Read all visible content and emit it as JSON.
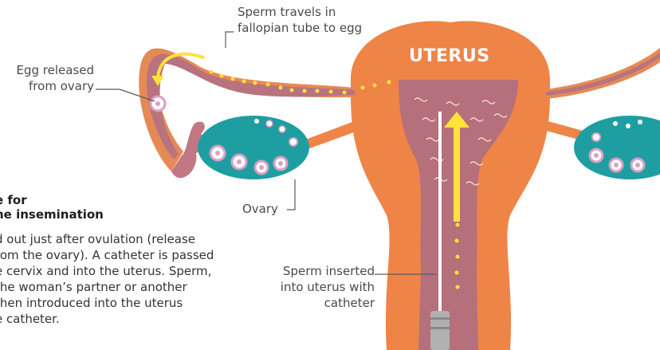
{
  "diagram": {
    "title": "UTERUS",
    "labels": {
      "sperm_travels": "Sperm travels in\nfallopian tube to egg",
      "egg_released": "Egg released\nfrom ovary",
      "ovary": "Ovary",
      "sperm_inserted": "Sperm inserted\ninto uterus with\ncatheter"
    },
    "info_box": {
      "heading": "e for\nhe insemination",
      "body": "d out just after ovulation (release\nrom the ovary). A catheter is passed\ne cervix and into the uterus. Sperm,\nthe woman’s partner or another\nthen introduced into the uterus\ne catheter."
    },
    "colors": {
      "uterus_outer": "#ef8447",
      "uterus_inner": "#b5707c",
      "tube_outer": "#e58a55",
      "tube_inner": "#b8737f",
      "ovary": "#1f9ea1",
      "follicle_ring": "#d9a0c4",
      "sperm": "#ffe03a",
      "arrow": "#ffe23a",
      "catheter": "#ffffff"
    }
  }
}
